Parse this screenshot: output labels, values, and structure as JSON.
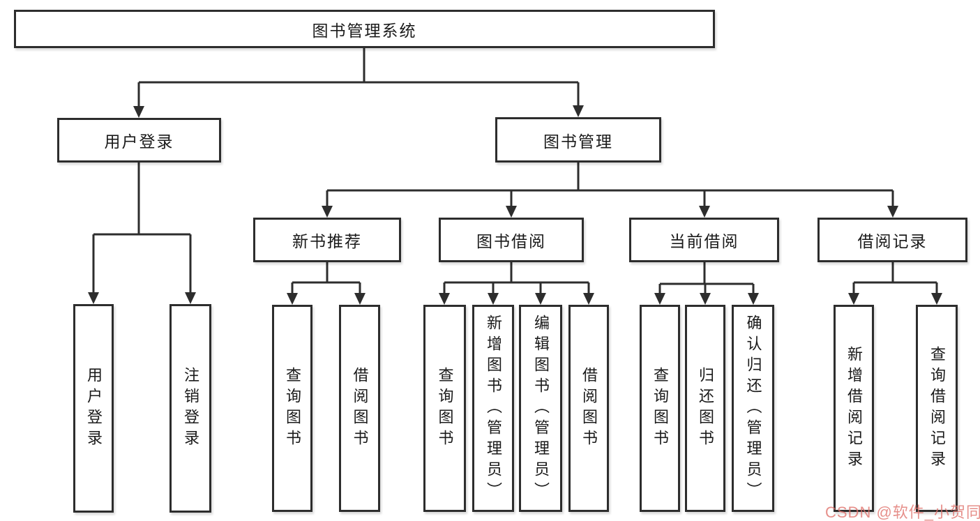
{
  "title": "图书管理系统",
  "watermark": {
    "text": "CSDN @软件_小贺同学",
    "color": "#E0706A"
  },
  "colors": {
    "line": "#2d2d2d",
    "box_border": "#2d2d2d",
    "background": "#ffffff",
    "text": "#1a1a1a"
  },
  "tree": {
    "label": "图书管理系统",
    "children": [
      {
        "label": "用户登录",
        "children": [
          {
            "label": "用户登录"
          },
          {
            "label": "注销登录"
          }
        ]
      },
      {
        "label": "图书管理",
        "children": [
          {
            "label": "新书推荐",
            "children": [
              {
                "label": "查询图书"
              },
              {
                "label": "借阅图书"
              }
            ]
          },
          {
            "label": "图书借阅",
            "children": [
              {
                "label": "查询图书"
              },
              {
                "label": "新增图书（管理员）"
              },
              {
                "label": "编辑图书（管理员）"
              },
              {
                "label": "借阅图书"
              }
            ]
          },
          {
            "label": "当前借阅",
            "children": [
              {
                "label": "查询图书"
              },
              {
                "label": "归还图书"
              },
              {
                "label": "确认归还（管理员）"
              }
            ]
          },
          {
            "label": "借阅记录",
            "children": [
              {
                "label": "新增借阅记录"
              },
              {
                "label": "查询借阅记录"
              }
            ]
          }
        ]
      }
    ]
  }
}
